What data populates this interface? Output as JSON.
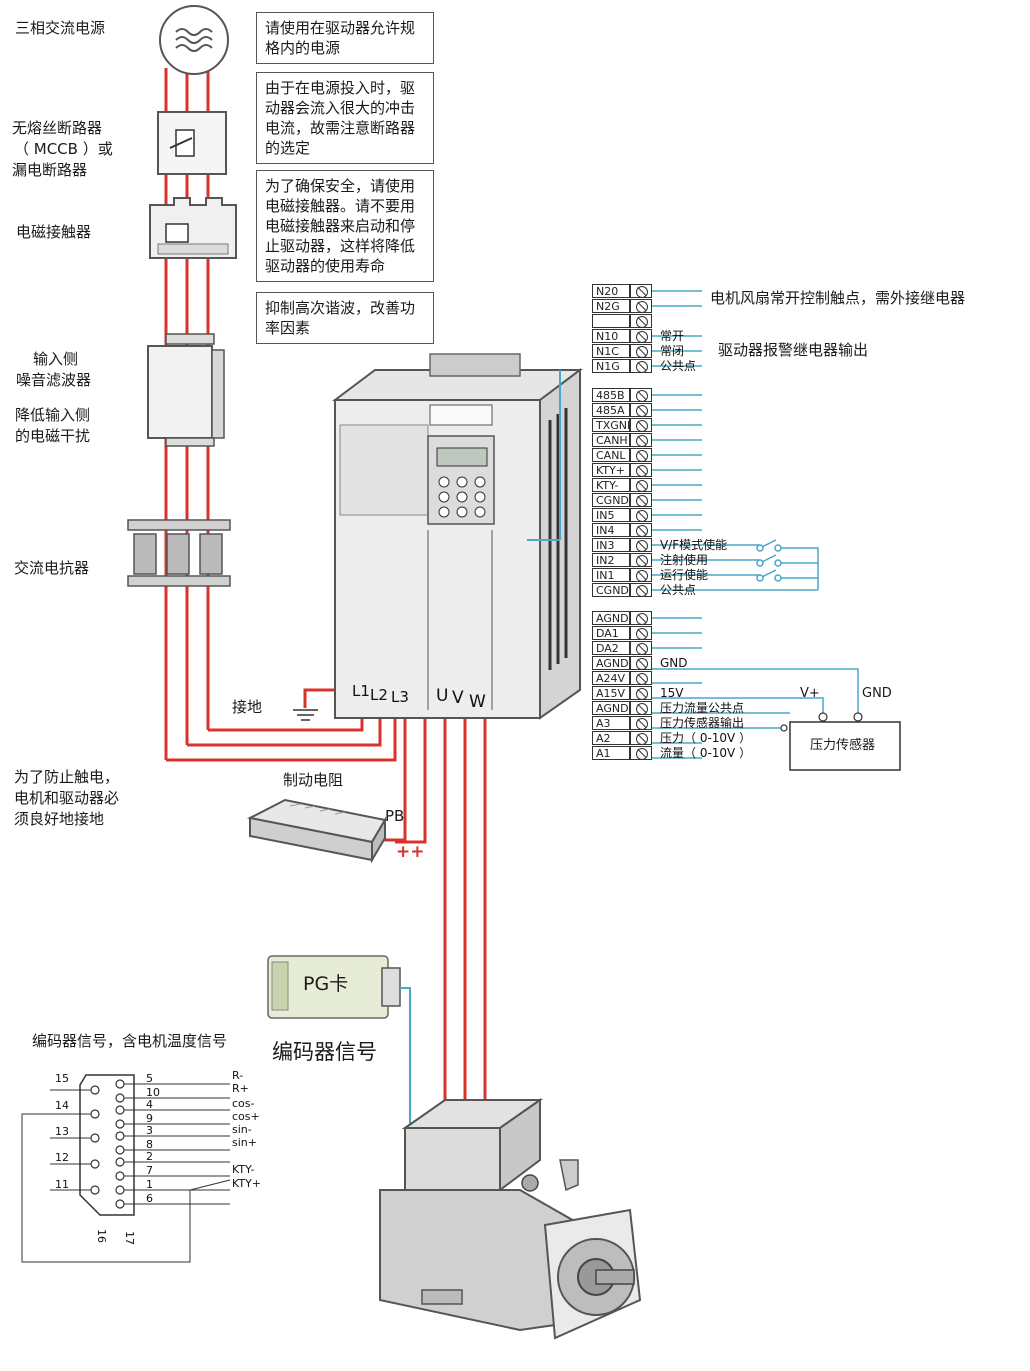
{
  "left_labels": {
    "ac_source": "三相交流电源",
    "breaker_line1": "无熔丝断路器",
    "breaker_line2": "（ MCCB ）或",
    "breaker_line3": "漏电断路器",
    "contactor": "电磁接触器",
    "filter_line1": "输入侧",
    "filter_line2": "噪音滤波器",
    "emi_line1": "降低输入侧",
    "emi_line2": "的电磁干扰",
    "reactor": "交流电抗器",
    "ground": "接地",
    "safety_line1": "为了防止触电，",
    "safety_line2": "电机和驱动器必",
    "safety_line3": "须良好地接地"
  },
  "notes": [
    [
      "请使用在驱动器允许规",
      "格内的电源"
    ],
    [
      "由于在电源投入时，驱",
      "动器会流入很大的冲击",
      "电流，故需注意断路器",
      "的选定"
    ],
    [
      "为了确保安全，请使用",
      "电磁接触器。请不要用",
      "电磁接触器来启动和停",
      "止驱动器，这样将降低",
      "驱动器的使用寿命"
    ],
    [
      "抑制高次谐波，改善功",
      "率因素"
    ]
  ],
  "drive_terminals": {
    "input": [
      "L1",
      "L2",
      "L3"
    ],
    "output": [
      "U",
      "V",
      "W"
    ],
    "brake_label": "制动电阻",
    "pb": "PB",
    "brake_marks": "++"
  },
  "terminal_block": [
    {
      "name": "N20",
      "desc": ""
    },
    {
      "name": "N2G",
      "desc": ""
    },
    {
      "name": "",
      "desc": ""
    },
    {
      "name": "N10",
      "desc": "常开"
    },
    {
      "name": "N1C",
      "desc": "常闭"
    },
    {
      "name": "N1G",
      "desc": "公共点"
    },
    {
      "name": "485B",
      "desc": ""
    },
    {
      "name": "485A",
      "desc": ""
    },
    {
      "name": "TXGND",
      "desc": ""
    },
    {
      "name": "CANH",
      "desc": ""
    },
    {
      "name": "CANL",
      "desc": ""
    },
    {
      "name": "KTY+",
      "desc": ""
    },
    {
      "name": "KTY-",
      "desc": ""
    },
    {
      "name": "CGND",
      "desc": ""
    },
    {
      "name": "IN5",
      "desc": ""
    },
    {
      "name": "IN4",
      "desc": ""
    },
    {
      "name": "IN3",
      "desc": "V/F模式使能"
    },
    {
      "name": "IN2",
      "desc": "注射使用"
    },
    {
      "name": "IN1",
      "desc": "运行使能"
    },
    {
      "name": "CGND",
      "desc": "公共点"
    },
    {
      "name": "AGND",
      "desc": ""
    },
    {
      "name": "DA1",
      "desc": ""
    },
    {
      "name": "DA2",
      "desc": ""
    },
    {
      "name": "AGND",
      "desc": "GND"
    },
    {
      "name": "A24V",
      "desc": ""
    },
    {
      "name": "A15V",
      "desc": "15V"
    },
    {
      "name": "AGND",
      "desc": "压力流量公共点"
    },
    {
      "name": "A3",
      "desc": "压力传感器输出"
    },
    {
      "name": "A2",
      "desc": "压力（ 0-10V ）"
    },
    {
      "name": "A1",
      "desc": "流量（ 0-10V ）"
    }
  ],
  "right_labels": {
    "fan": "电机风扇常开控制触点，需外接继电器",
    "alarm": "驱动器报警继电器输出",
    "vplus": "V+",
    "gnd": "GND",
    "sensor": "压力传感器"
  },
  "pg": {
    "card": "PG卡",
    "signal": "编码器信号"
  },
  "encoder": {
    "title": "编码器信号，含电机温度信号",
    "left_pins": [
      "15",
      "14",
      "13",
      "12",
      "11"
    ],
    "mid_pins": [
      "5",
      "10",
      "4",
      "9",
      "3",
      "8",
      "2",
      "7",
      "1",
      "6"
    ],
    "bottom_pins": [
      "16",
      "17"
    ],
    "signals": [
      "R-",
      "R+",
      "cos-",
      "cos+",
      "sin-",
      "sin+",
      "KTY-",
      "KTY+"
    ]
  }
}
